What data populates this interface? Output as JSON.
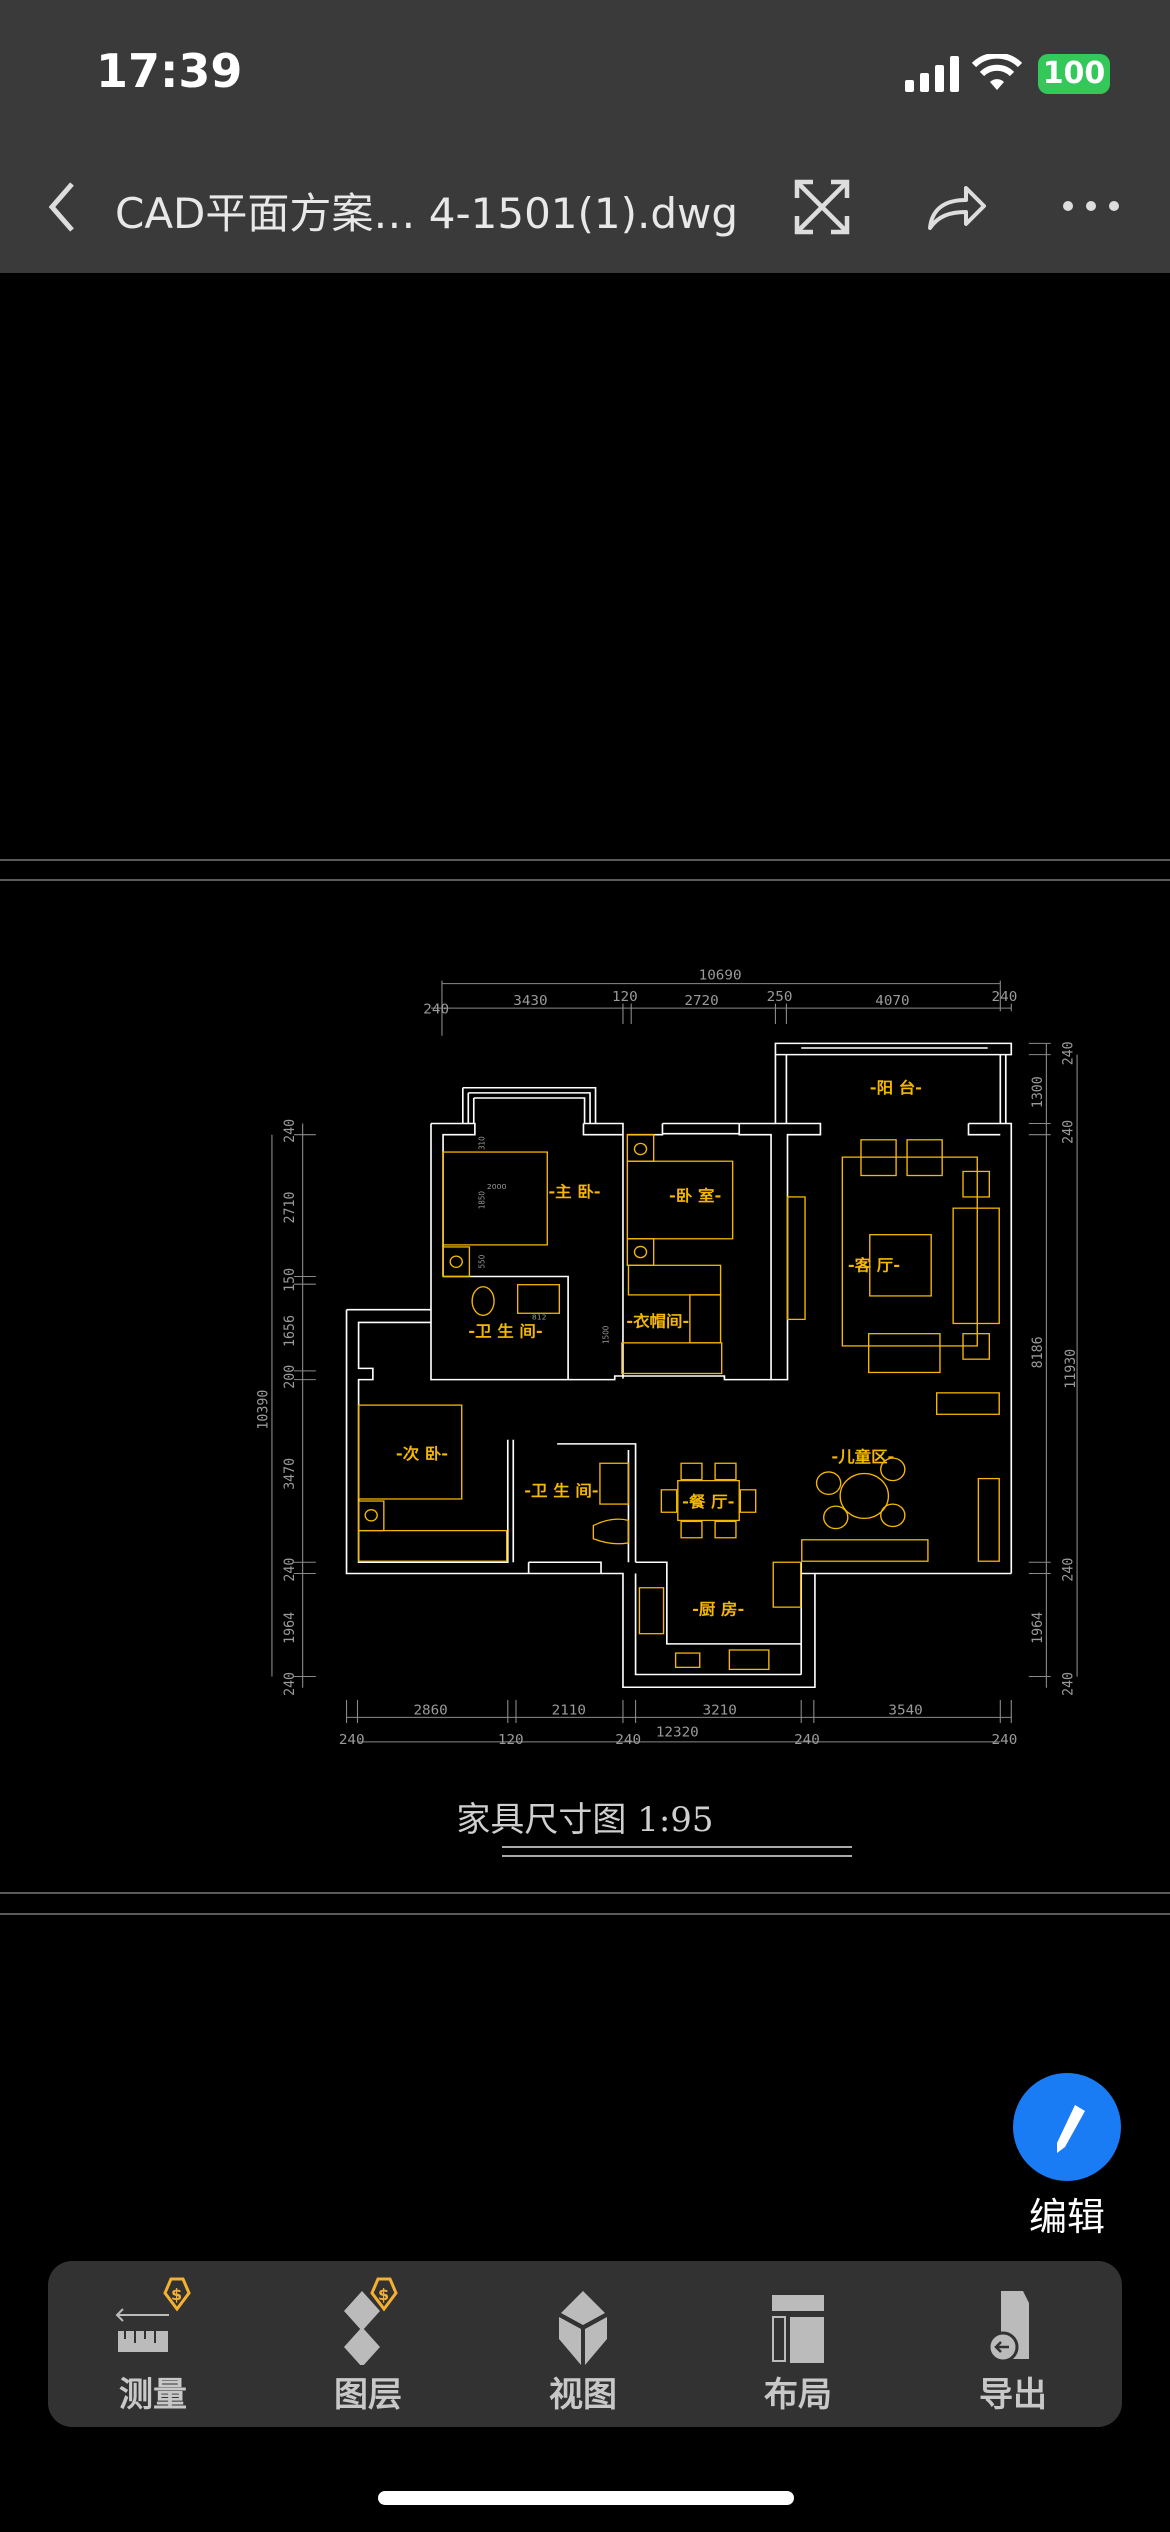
{
  "status": {
    "time": "17:39",
    "battery": "100"
  },
  "header": {
    "title": "CAD平面方案… 4-1501(1).dwg",
    "icons": [
      "back-icon",
      "expand-icon",
      "share-icon",
      "more-icon"
    ]
  },
  "drawing": {
    "rooms": [
      "-主 卧-",
      "-卧 室-",
      "-阳 台-",
      "-客 厅-",
      "-卫 生 间-",
      "-衣帽间-",
      "-次 卧-",
      "-卫 生 间-",
      "-餐 厅-",
      "-儿童区-",
      "-厨 房-"
    ],
    "top_dims": [
      "10690",
      "240",
      "3430",
      "120",
      "2720",
      "250",
      "4070",
      "240"
    ],
    "left_dims": [
      "10390",
      "240",
      "2710",
      "150",
      "1656",
      "200",
      "3470",
      "240",
      "1964",
      "240"
    ],
    "right_dims": [
      "240",
      "1300",
      "240",
      "8186",
      "11930",
      "240",
      "1964",
      "240"
    ],
    "bottom_dims": [
      "2860",
      "2110",
      "3210",
      "3540",
      "240",
      "120",
      "240",
      "12320",
      "240",
      "240"
    ],
    "inner_dims": [
      "2000",
      "1850",
      "310",
      "550",
      "812",
      "1500"
    ],
    "caption": "家具尺寸图 1:95",
    "colors": {
      "wall": "#ffffff",
      "furniture": "#f5b800",
      "dimension": "#9a9a9a"
    }
  },
  "edit_button": {
    "label": "编辑",
    "color": "#1a7cf5"
  },
  "toolbar": {
    "items": [
      {
        "label": "测量",
        "premium": true
      },
      {
        "label": "图层",
        "premium": true
      },
      {
        "label": "视图"
      },
      {
        "label": "布局"
      },
      {
        "label": "导出"
      }
    ]
  }
}
